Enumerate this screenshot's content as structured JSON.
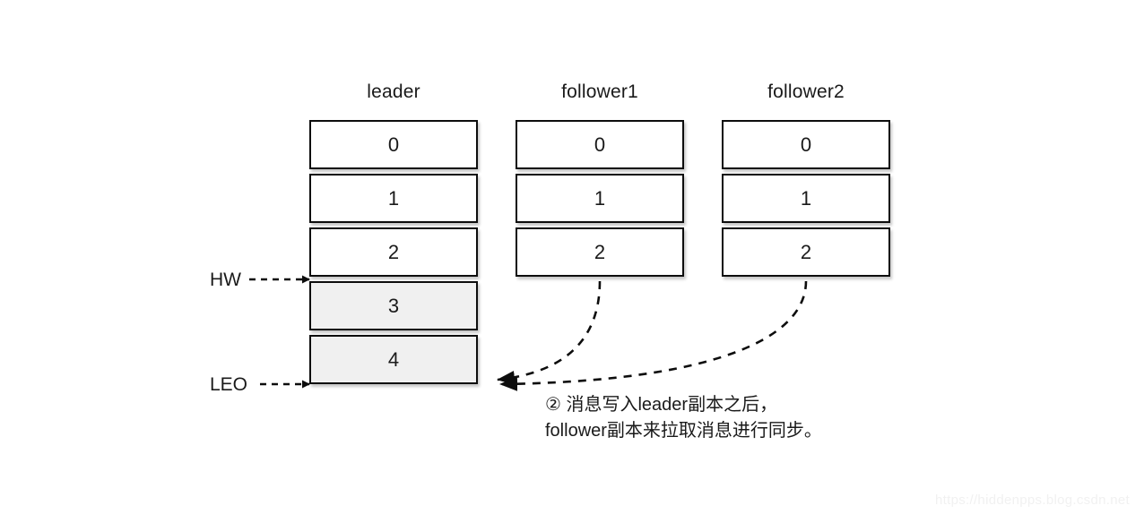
{
  "diagram": {
    "title_row": [
      {
        "label": "leader",
        "name": "leader"
      },
      {
        "label": "follower1",
        "name": "follower1"
      },
      {
        "label": "follower2",
        "name": "follower2"
      }
    ],
    "replicas": [
      {
        "name": "leader",
        "title": "leader",
        "cells": [
          {
            "value": "0",
            "shaded": false
          },
          {
            "value": "1",
            "shaded": false
          },
          {
            "value": "2",
            "shaded": false
          },
          {
            "value": "3",
            "shaded": true
          },
          {
            "value": "4",
            "shaded": true
          }
        ]
      },
      {
        "name": "follower1",
        "title": "follower1",
        "cells": [
          {
            "value": "0",
            "shaded": false
          },
          {
            "value": "1",
            "shaded": false
          },
          {
            "value": "2",
            "shaded": false
          }
        ]
      },
      {
        "name": "follower2",
        "title": "follower2",
        "cells": [
          {
            "value": "0",
            "shaded": false
          },
          {
            "value": "1",
            "shaded": false
          },
          {
            "value": "2",
            "shaded": false
          }
        ]
      }
    ],
    "markers": [
      {
        "name": "hw",
        "label": "HW"
      },
      {
        "name": "leo",
        "label": "LEO"
      }
    ],
    "caption": {
      "line1": "② 消息写入leader副本之后，",
      "line2": "follower副本来拉取消息进行同步。"
    },
    "watermark": "https://hiddenpps.blog.csdn.net",
    "colors": {
      "stroke": "#0d0d0d",
      "cell_fill": "#ffffff",
      "cell_fill_shaded": "#f0f0f0",
      "text": "#1a1a1a",
      "watermark": "#f1f1f1"
    }
  }
}
